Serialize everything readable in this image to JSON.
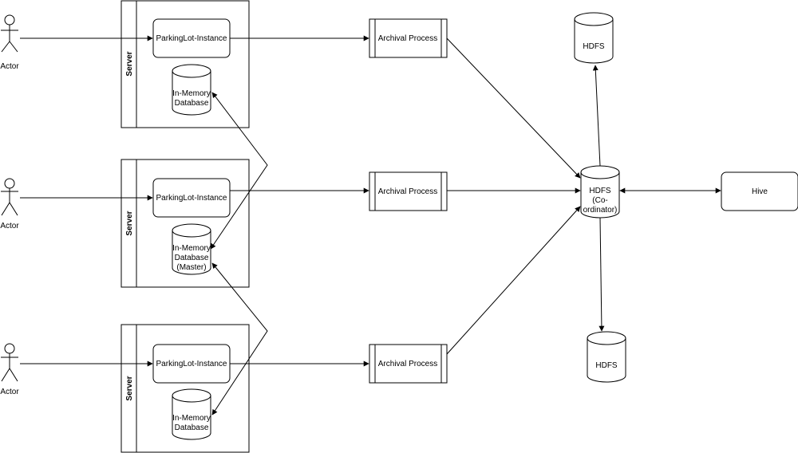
{
  "actors": [
    {
      "label": "Actor"
    },
    {
      "label": "Actor"
    },
    {
      "label": "Actor"
    }
  ],
  "servers": [
    {
      "title": "Server",
      "instance_label": "ParkingLot-Instance",
      "db_lines": [
        "In-Memory",
        "Database"
      ]
    },
    {
      "title": "Server",
      "instance_label": "ParkingLot-Instance",
      "db_lines": [
        "In-Memory",
        "Database",
        "(Master)"
      ]
    },
    {
      "title": "Server",
      "instance_label": "ParkingLot-Instance",
      "db_lines": [
        "In-Memory",
        "Database"
      ]
    }
  ],
  "archival": [
    {
      "label": "Archival Process"
    },
    {
      "label": "Archival Process"
    },
    {
      "label": "Archival Process"
    }
  ],
  "hdfs_top": {
    "label": "HDFS"
  },
  "hdfs_coordinator": {
    "lines": [
      "HDFS",
      "(Co-",
      "ordinator)"
    ]
  },
  "hdfs_bottom": {
    "label": "HDFS"
  },
  "hive": {
    "label": "Hive"
  }
}
